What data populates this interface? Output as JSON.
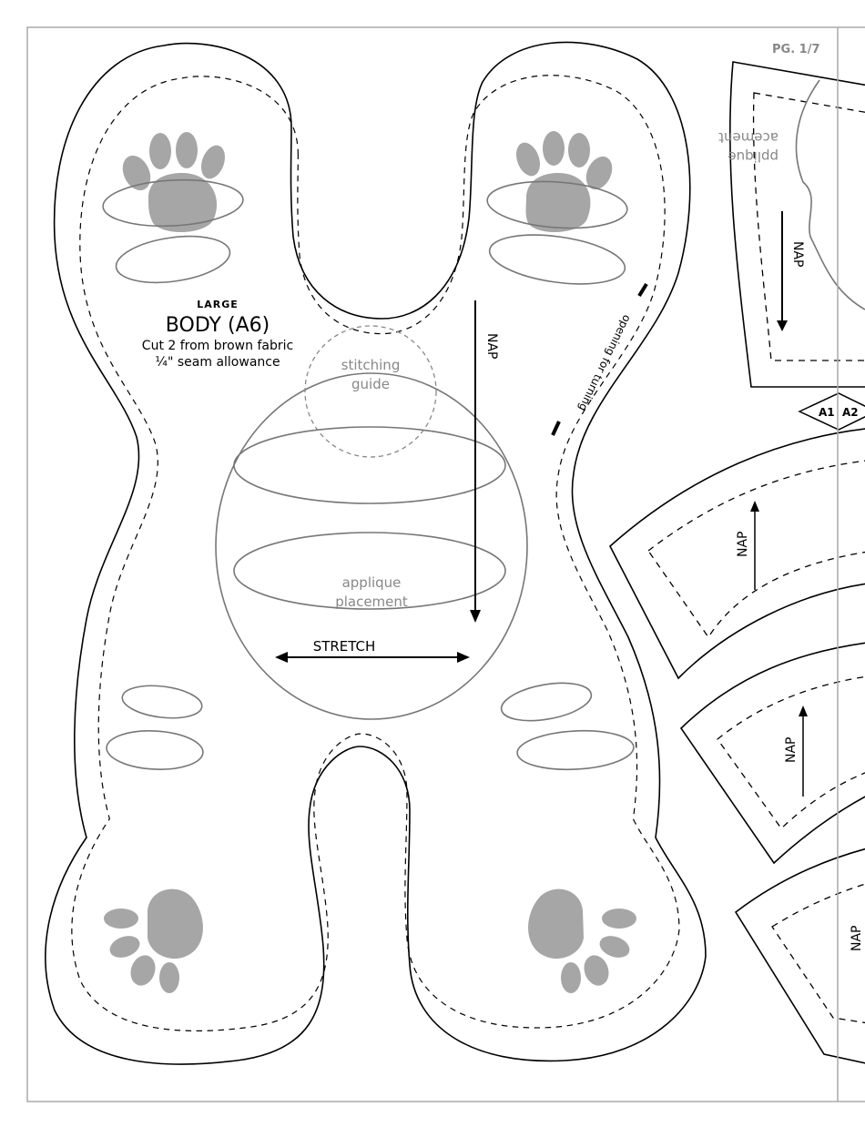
{
  "page": {
    "number": "PG. 1/7",
    "border_color": "#aaaaaa"
  },
  "body_piece": {
    "size": "LARGE",
    "title": "BODY (A6)",
    "instruction": "Cut 2 from brown fabric",
    "seam": "¼\" seam allowance",
    "stitching_guide": [
      "stitching",
      "guide"
    ],
    "applique": [
      "applique",
      "placement"
    ],
    "nap": "NAP",
    "stretch": "STRETCH",
    "opening": "opening for turning"
  },
  "right_pieces": {
    "top_applique": [
      "acement",
      "pplique"
    ],
    "nap_labels": [
      "NAP",
      "NAP",
      "NAP",
      "NAP"
    ],
    "match_marks": [
      "A1",
      "A2"
    ]
  },
  "colors": {
    "paw": "#a6a6a6",
    "guide": "#777777",
    "line": "#000000"
  }
}
